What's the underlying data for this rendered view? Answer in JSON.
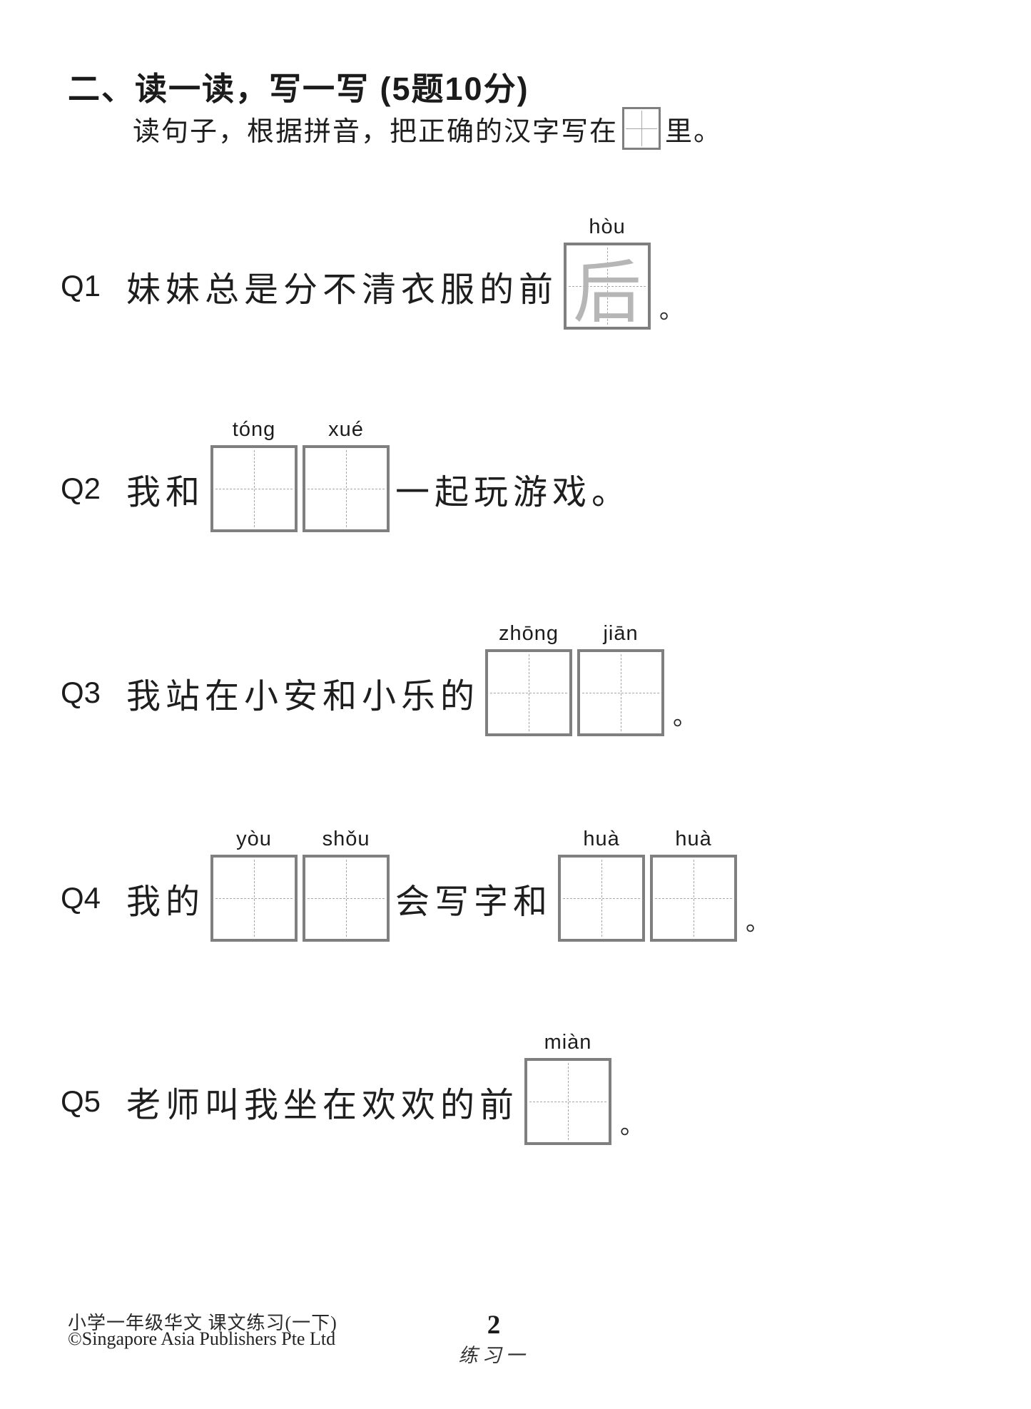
{
  "header": {
    "section_title": "二、读一读，写一写 (5题10分)",
    "instructions_before_box": "读句子，根据拼音，把正确的汉字写在",
    "instructions_after_box": "里。"
  },
  "questions": [
    {
      "label": "Q1",
      "segments": [
        {
          "type": "text",
          "value": "妹妹总是分不清衣服的前"
        },
        {
          "type": "boxes",
          "cells": [
            {
              "pinyin": "hòu",
              "answer": "后"
            }
          ]
        },
        {
          "type": "period",
          "value": "。"
        }
      ]
    },
    {
      "label": "Q2",
      "segments": [
        {
          "type": "text",
          "value": "我和"
        },
        {
          "type": "boxes",
          "cells": [
            {
              "pinyin": "tóng",
              "answer": ""
            },
            {
              "pinyin": "xué",
              "answer": ""
            }
          ]
        },
        {
          "type": "text",
          "value": "一起玩游戏。"
        }
      ]
    },
    {
      "label": "Q3",
      "segments": [
        {
          "type": "text",
          "value": "我站在小安和小乐的"
        },
        {
          "type": "boxes",
          "cells": [
            {
              "pinyin": "zhōng",
              "answer": ""
            },
            {
              "pinyin": "jiān",
              "answer": ""
            }
          ]
        },
        {
          "type": "period",
          "value": "。"
        }
      ]
    },
    {
      "label": "Q4",
      "segments": [
        {
          "type": "text",
          "value": "我的"
        },
        {
          "type": "boxes",
          "cells": [
            {
              "pinyin": "yòu",
              "answer": ""
            },
            {
              "pinyin": "shǒu",
              "answer": ""
            }
          ]
        },
        {
          "type": "text",
          "value": "会写字和"
        },
        {
          "type": "boxes",
          "cells": [
            {
              "pinyin": "huà",
              "answer": ""
            },
            {
              "pinyin": "huà",
              "answer": ""
            }
          ]
        },
        {
          "type": "period",
          "value": "。"
        }
      ]
    },
    {
      "label": "Q5",
      "segments": [
        {
          "type": "text",
          "value": "老师叫我坐在欢欢的前"
        },
        {
          "type": "boxes",
          "cells": [
            {
              "pinyin": "miàn",
              "answer": ""
            }
          ]
        },
        {
          "type": "period",
          "value": "。"
        }
      ]
    }
  ],
  "footer": {
    "book_title": "小学一年级华文 课文练习(一下)",
    "copyright": "©Singapore Asia Publishers Pte Ltd",
    "page_number": "2",
    "exercise_label": "练习一"
  },
  "colors": {
    "box_border": "#7f7f7f",
    "guide_line": "#a8a8a8",
    "traced_answer": "#b6b6b6"
  }
}
